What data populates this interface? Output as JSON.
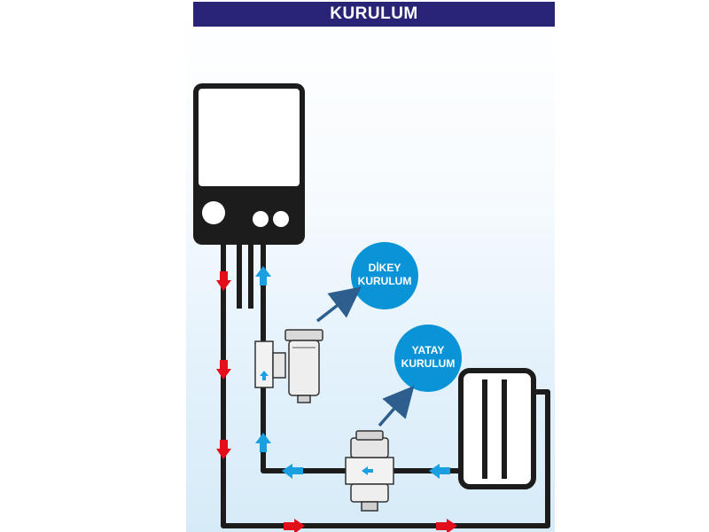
{
  "header": {
    "title": "KURULUM"
  },
  "callouts": {
    "vertical": {
      "line1": "DİKEY",
      "line2": "KURULUM"
    },
    "horizontal": {
      "line1": "YATAY",
      "line2": "KURULUM"
    }
  },
  "colors": {
    "title_bar": "#2a2476",
    "pipe": "#1c1c1c",
    "flow_hot": "#e3101b",
    "flow_return": "#1aa0e0",
    "callout": "#0a93d6",
    "pointer": "#2d5e8e"
  },
  "icons": [
    "boiler",
    "radiator",
    "magnetic-filter",
    "flow-arrow",
    "pointer-arrow"
  ]
}
